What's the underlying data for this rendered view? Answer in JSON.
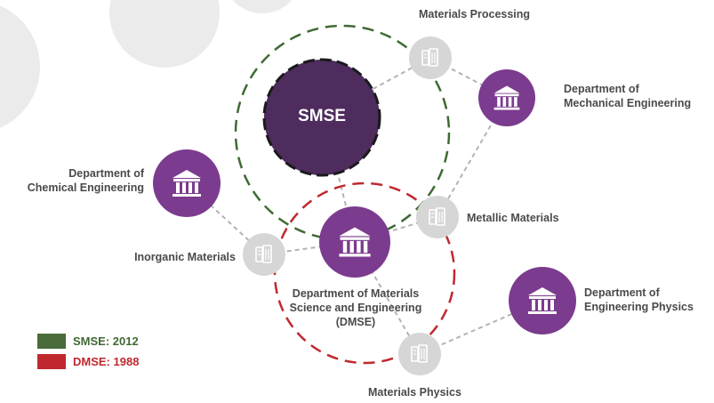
{
  "hub": {
    "label": "SMSE"
  },
  "departments": {
    "dmse": {
      "label": "Department of Materials\nScience and Engineering\n(DMSE)"
    },
    "chemical": {
      "label": "Department of\nChemical Engineering"
    },
    "mechanical": {
      "label": "Department of\nMechanical Engineering"
    },
    "physics": {
      "label": "Department of\nEngineering Physics"
    }
  },
  "groups": {
    "processing": {
      "label": "Materials Processing"
    },
    "metallic": {
      "label": "Metallic Materials"
    },
    "inorganic": {
      "label": "Inorganic Materials"
    },
    "materials_physics": {
      "label": "Materials Physics"
    }
  },
  "legend": [
    {
      "label": "SMSE:  2012",
      "color": "#4a6b3a",
      "text_color": "#3f6a33"
    },
    {
      "label": "DMSE:  1988",
      "color": "#c0282f",
      "text_color": "#c0282f"
    }
  ],
  "colors": {
    "hub_fill": "#4e2c5e",
    "department_fill": "#7b3b8e",
    "group_node_fill": "#d6d6d6",
    "connector": "#b3b3b3",
    "smse_ring": "#3f6a33",
    "dmse_ring": "#c0282f"
  },
  "icons": {
    "department": "institution-building-icon",
    "group": "lab-equipment-icon"
  }
}
